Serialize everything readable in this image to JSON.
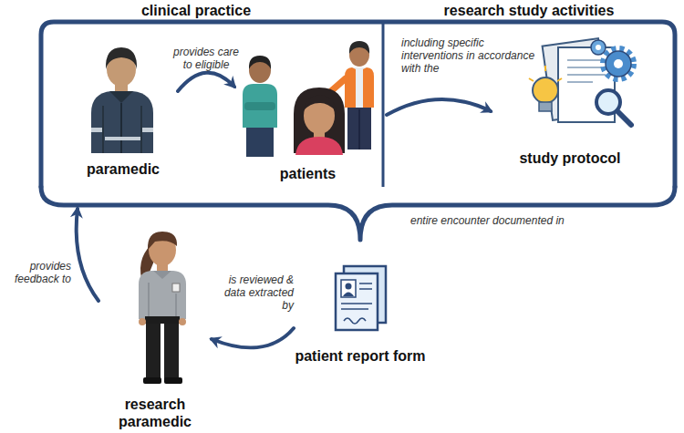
{
  "diagram": {
    "nodes": [
      {
        "text": [
          "clinical practice",
          "research study activities"
        ]
      },
      {
        "text": [
          "paramedic"
        ],
        "in": 0
      },
      {
        "text": [
          "patients"
        ],
        "in": 0
      },
      {
        "text": [
          "study protocol"
        ],
        "in": 0
      },
      {
        "text": [
          "patient report form"
        ]
      },
      {
        "text": [
          "research paramedic"
        ]
      }
    ],
    "edges": [
      {
        "from": 1,
        "to": 2,
        "arrow": "to",
        "label": "provides care to eligible"
      },
      {
        "from": 2,
        "to": 3,
        "arrow": "to",
        "label": "including specific interventions in accordance with the"
      },
      {
        "from": 0,
        "to": 4,
        "arrow": "none",
        "label": "entire encounter documented in"
      },
      {
        "from": 4,
        "to": 5,
        "arrow": "to",
        "label": "is reviewed & data extracted by"
      },
      {
        "from": 5,
        "to": 0,
        "arrow": "to",
        "label": "provides feedback to"
      }
    ]
  }
}
